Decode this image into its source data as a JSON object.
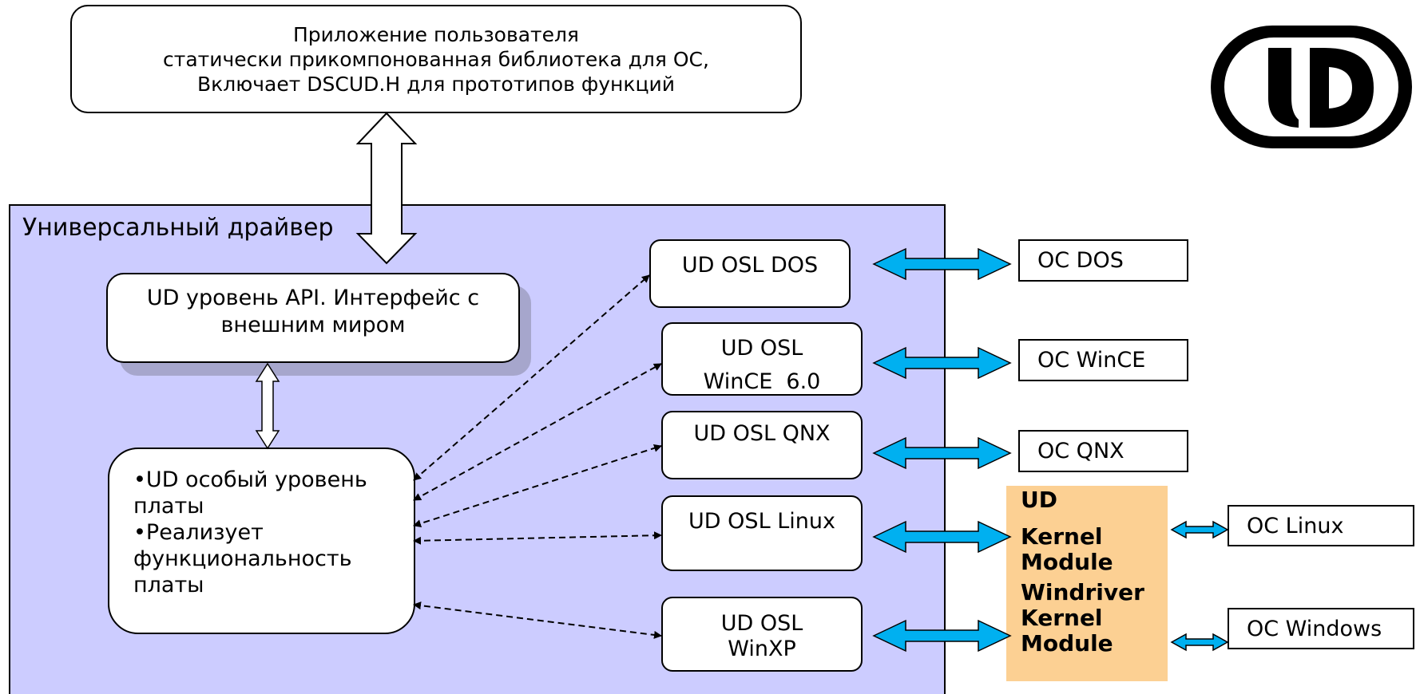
{
  "app_box": {
    "lines": [
      "Приложение пользователя",
      "статически прикомпонованная библиотека для ОС,",
      "Включает DSCUD.H для прототипов функций"
    ]
  },
  "driver": {
    "title": "Универсальный драйвер",
    "api_box": {
      "lines": [
        "UD уровень API. Интерфейс с",
        "внешним миром"
      ]
    },
    "board_box": {
      "lines": [
        "•UD особый уровень",
        "платы",
        "•Реализует",
        "функциональность",
        "платы"
      ]
    },
    "osl_layers": {
      "dos": {
        "lines": [
          "UD OSL DOS"
        ]
      },
      "wince": {
        "lines": [
          "UD OSL",
          "WinCE  6.0"
        ]
      },
      "qnx": {
        "lines": [
          "UD OSL QNX"
        ]
      },
      "linux": {
        "lines": [
          "UD OSL Linux"
        ]
      },
      "winxp": {
        "lines": [
          "UD OSL",
          "WinXP"
        ]
      }
    }
  },
  "os_targets": {
    "dos": "ОС DOS",
    "wince": "ОС WinCE",
    "qnx": "ОС QNX",
    "linux": "ОС Linux",
    "windows": "ОС Windows"
  },
  "kernel_box": {
    "lines": [
      "UD",
      "Kernel",
      "Module",
      "Windriver",
      "Kernel",
      "Module"
    ]
  },
  "logo": {
    "text": "UD",
    "icon": "ud-logo-icon"
  },
  "colors": {
    "driver_background": "#ccccff",
    "api_shadow": "#a6a6cc",
    "kernel_background": "#fcd093",
    "connector_arrow": "#00b0f0"
  }
}
